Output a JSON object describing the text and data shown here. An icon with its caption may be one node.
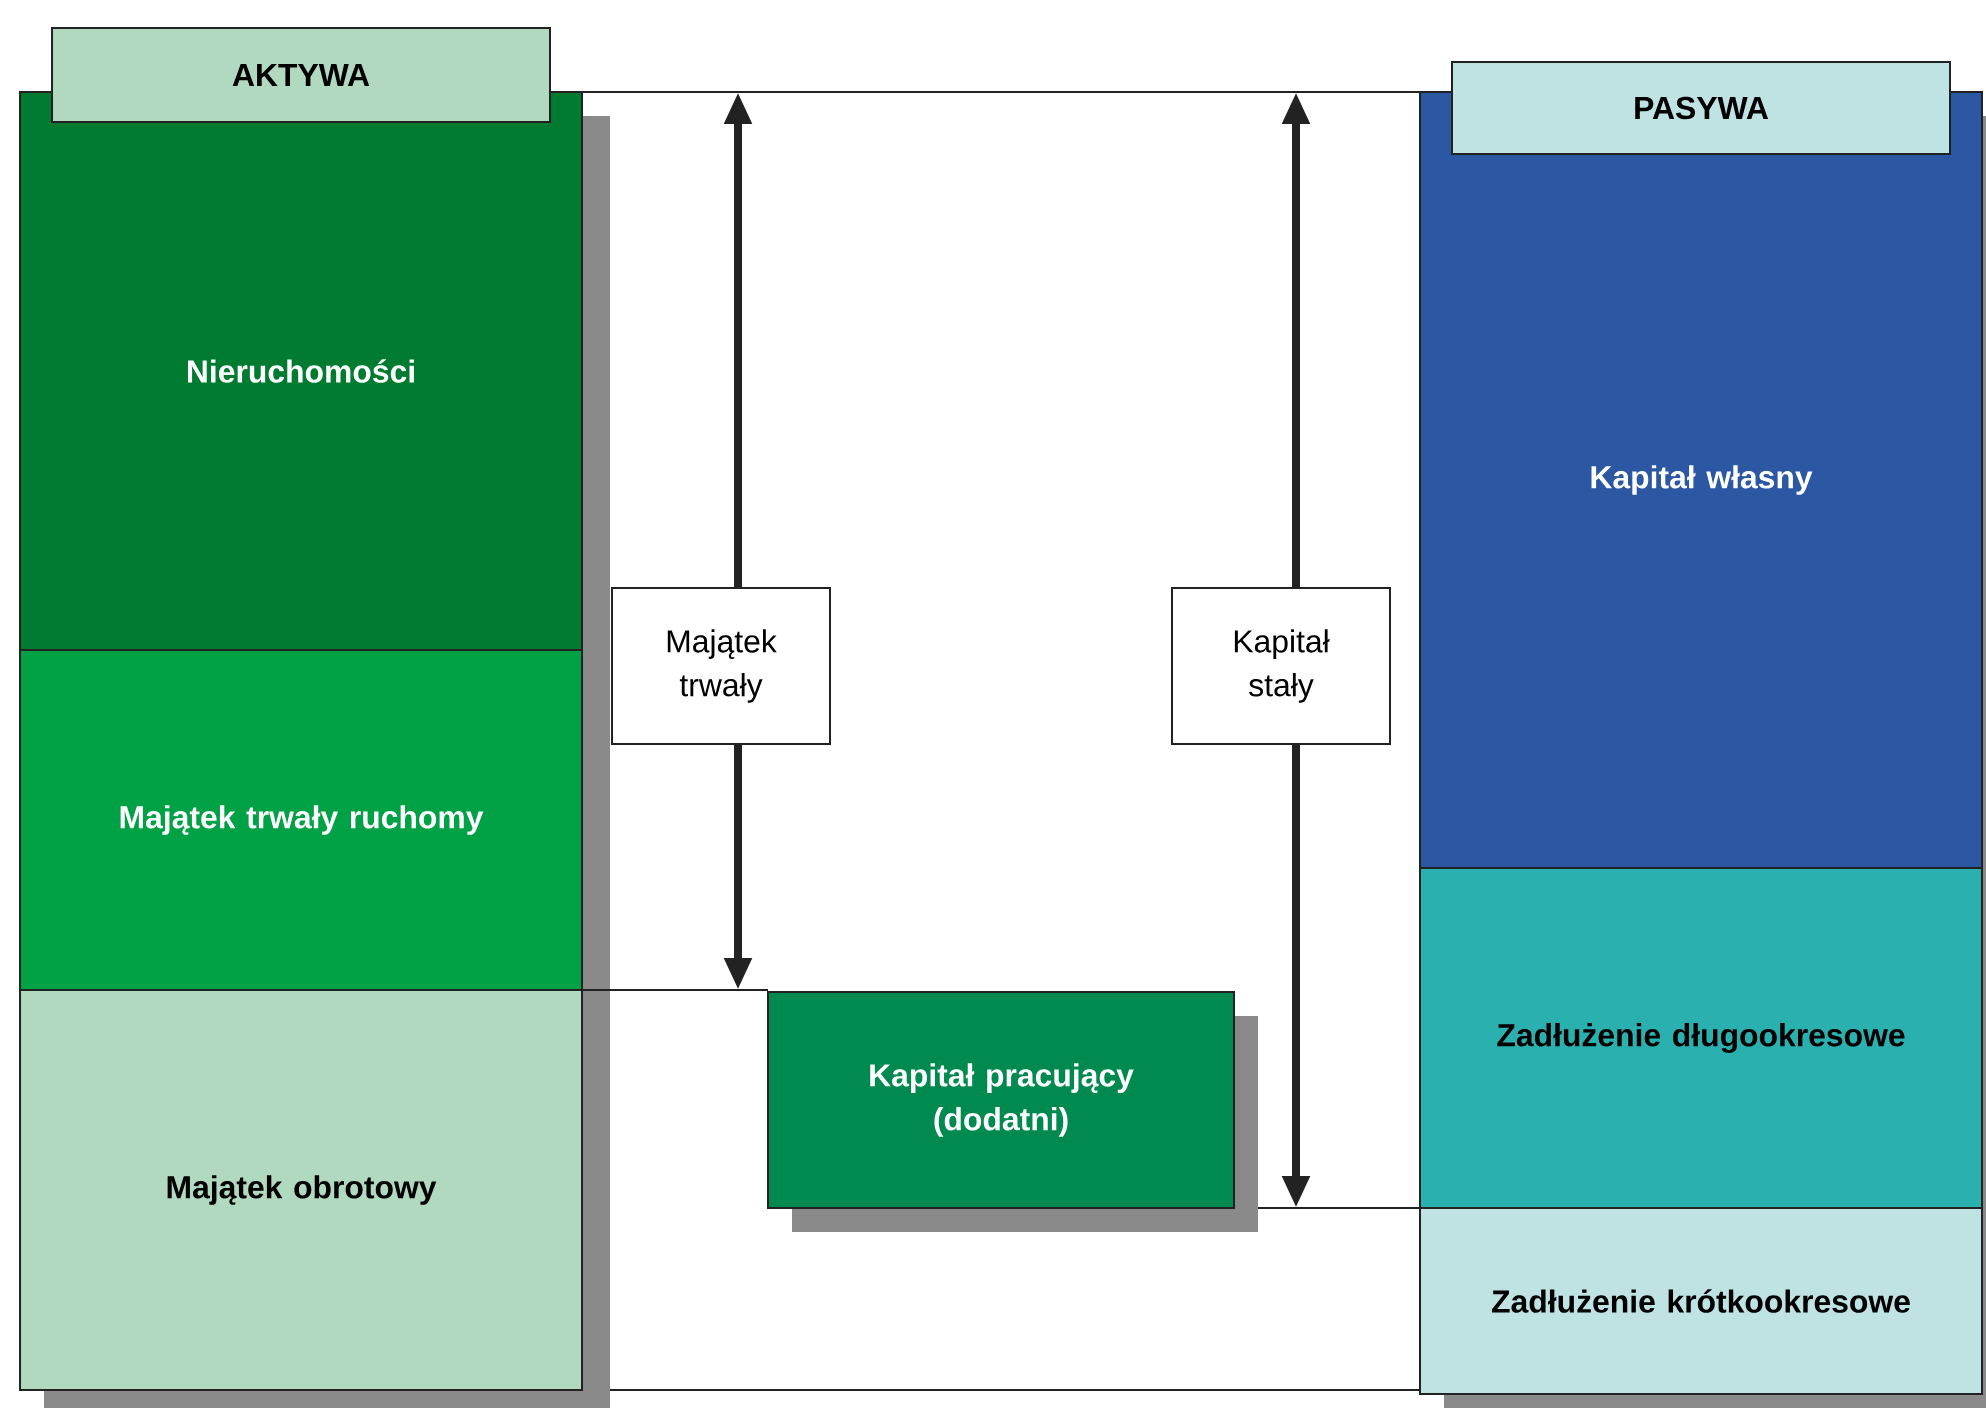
{
  "diagram": {
    "nodes": [
      {
        "text": [
          "AKTYWA"
        ]
      },
      {
        "text": [
          "Nieruchomości"
        ]
      },
      {
        "text": [
          "Majątek trwały ruchomy"
        ]
      },
      {
        "text": [
          "Majątek obrotowy"
        ]
      },
      {
        "text": [
          "Majątek trwały"
        ]
      },
      {
        "text": [
          "Kapitał stały"
        ]
      },
      {
        "text": [
          "Kapitał pracujący (dodatni)"
        ]
      },
      {
        "text": [
          "PASYWA"
        ]
      },
      {
        "text": [
          "Kapitał własny"
        ]
      },
      {
        "text": [
          "Zadłużenie długookresowe"
        ]
      },
      {
        "text": [
          "Zadłużenie krótkookresowe"
        ]
      }
    ],
    "edges": [
      {
        "from": 4,
        "to": null,
        "arrow": "to"
      },
      {
        "from": 4,
        "to": null,
        "arrow": "to"
      },
      {
        "from": 5,
        "to": null,
        "arrow": "to"
      },
      {
        "from": 5,
        "to": null,
        "arrow": "to"
      }
    ]
  }
}
